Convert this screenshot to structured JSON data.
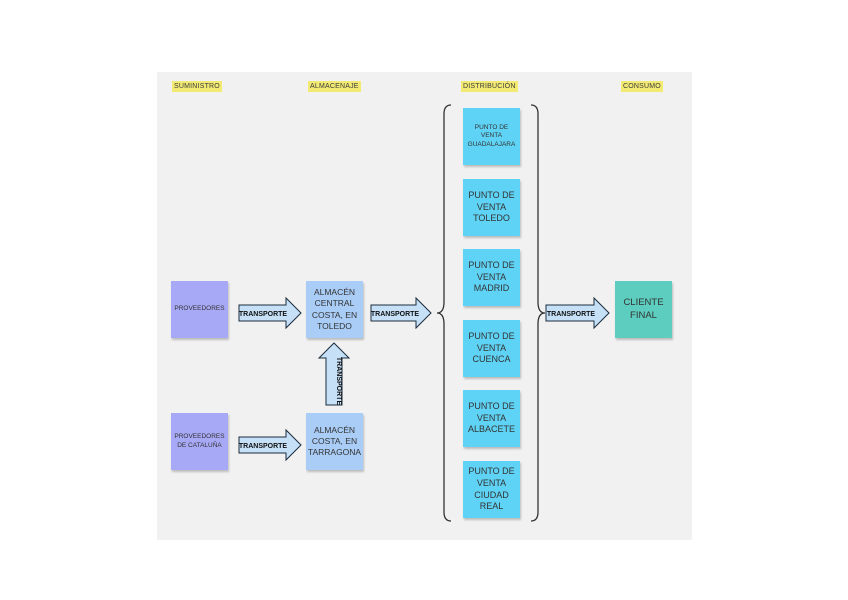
{
  "headers": {
    "suministro": "SUMINISTRO",
    "almacenaje": "ALMACENAJE",
    "distribucion": "DISTRIBUCIÓN",
    "consumo": "CONSUMO"
  },
  "notes": {
    "proveedores": "PROVEEDORES",
    "proveedores_cataluna": "PROVEEDORES DE CATALUÑA",
    "almacen_central": "ALMACÉN CENTRAL COSTA, EN TOLEDO",
    "almacen_tarragona": "ALMACÉN COSTA, EN TARRAGONA",
    "pv_guadalajara": "PUNTO DE VENTA GUADALAJARA",
    "pv_toledo": "PUNTO DE VENTA TOLEDO",
    "pv_madrid": "PUNTO DE VENTA MADRID",
    "pv_cuenca": "PUNTO DE VENTA CUENCA",
    "pv_albacete": "PUNTO DE VENTA ALBACETE",
    "pv_ciudad_real": "PUNTO DE VENTA CIUDAD REAL",
    "cliente_final": "CLIENTE FINAL"
  },
  "arrows": {
    "label": "TRANSPORTE"
  },
  "colors": {
    "supplier": "#a8a9f6",
    "warehouse": "#a9cdf6",
    "point_of_sale": "#5fd3f5",
    "client": "#5ccdbe",
    "header_highlight": "#f3ea74",
    "arrow_fill": "#c5e0f7"
  }
}
